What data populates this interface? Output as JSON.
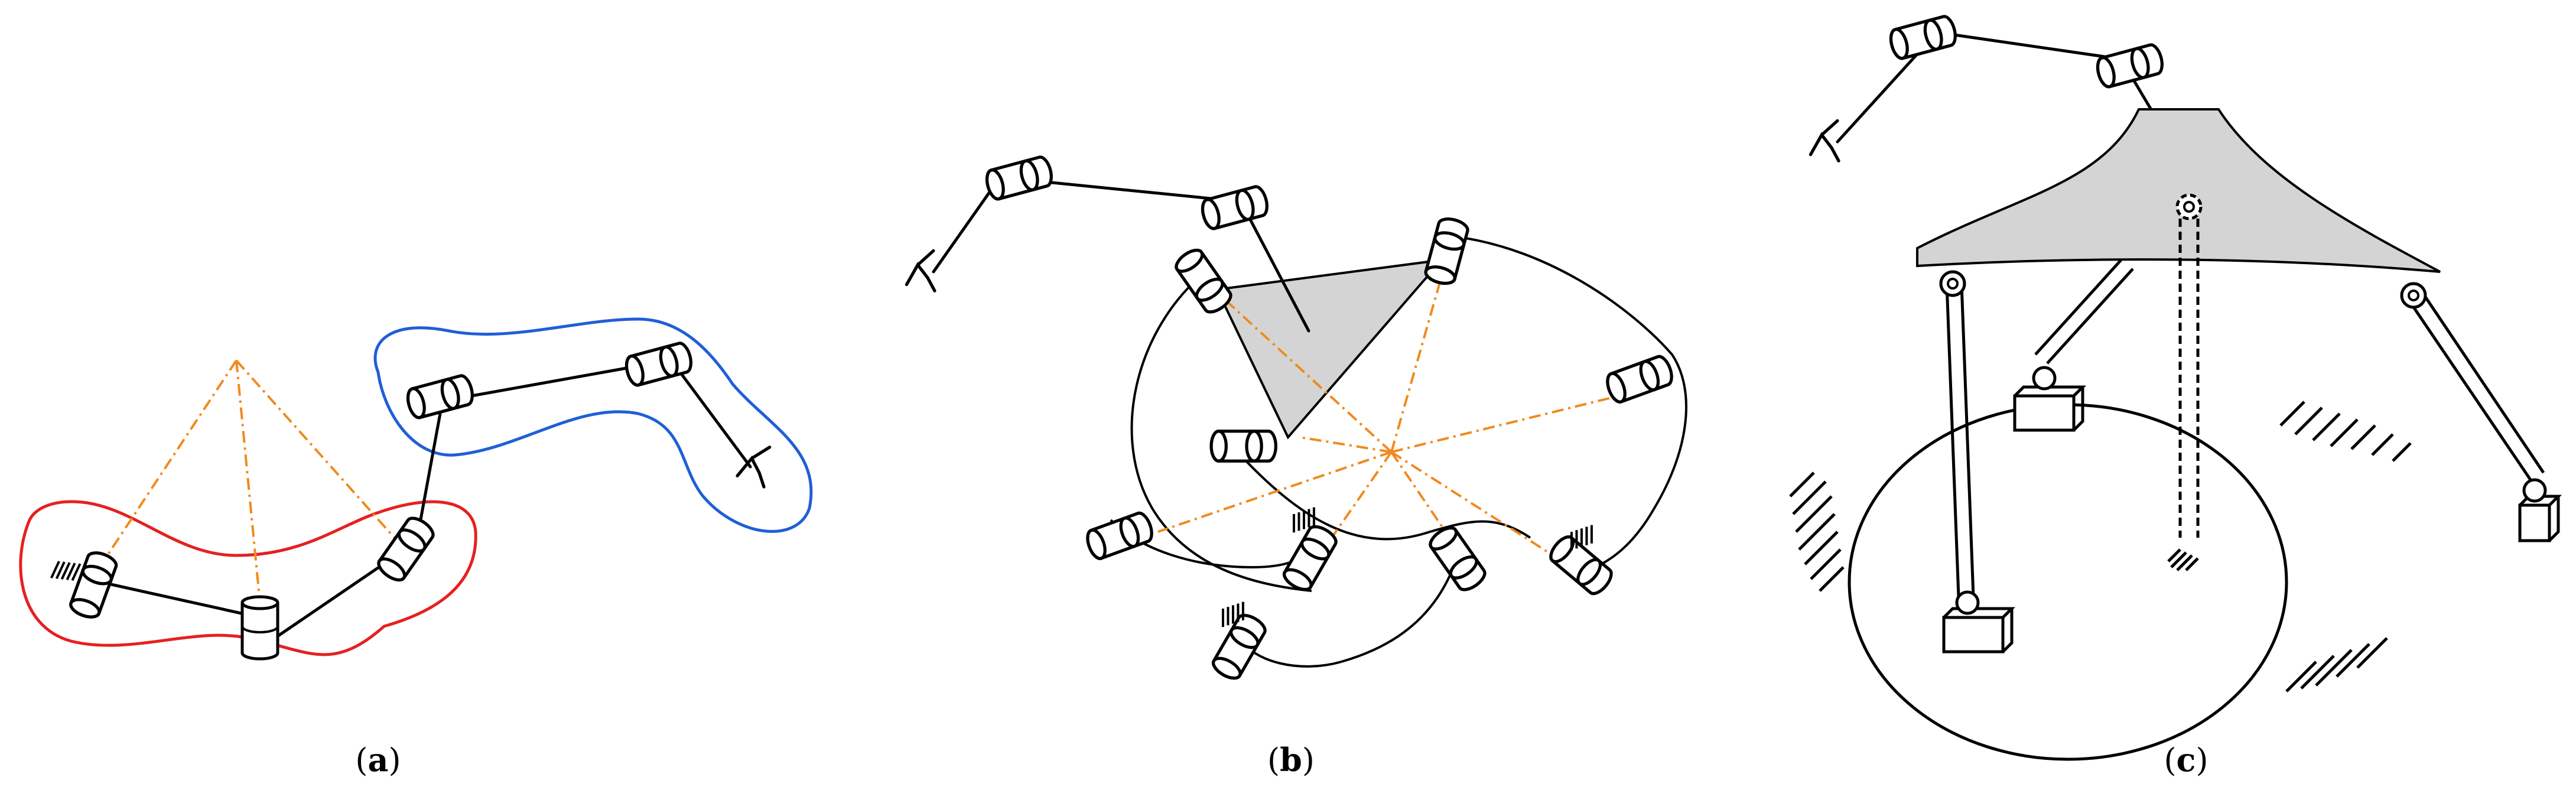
{
  "figure": {
    "panels": [
      {
        "id": "a",
        "caption_open": "(",
        "caption_letter": "a",
        "caption_close": ")"
      },
      {
        "id": "b",
        "caption_open": "(",
        "caption_letter": "b",
        "caption_close": ")"
      },
      {
        "id": "c",
        "caption_open": "(",
        "caption_letter": "c",
        "caption_close": ")"
      }
    ],
    "colors": {
      "constraint_lines": "#f08a1e",
      "group_red": "#e62020",
      "group_blue": "#1f5fd6",
      "platform_shade": "#d4d4d4"
    },
    "icons": [
      "revolute-joint-icon",
      "gripper-icon",
      "ground-hatch-icon",
      "spherical-joint-icon"
    ]
  }
}
